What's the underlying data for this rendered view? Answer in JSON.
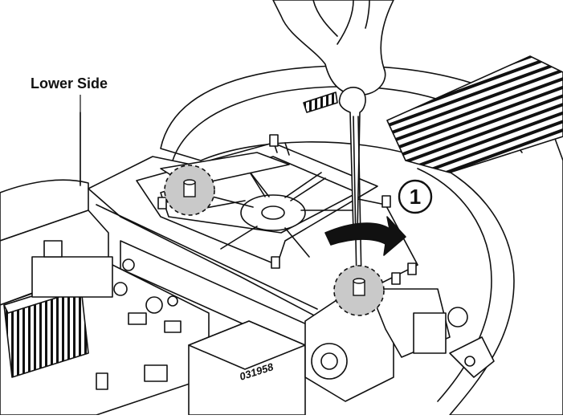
{
  "labels": {
    "lower_side": "Lower Side",
    "step_number": "1",
    "part_number": "031958"
  },
  "icons": {
    "hand": "hand-icon",
    "screwdriver": "screwdriver-icon",
    "rotation_arrow": "curved-arrow-icon",
    "highlight": "dashed-circle-highlight"
  },
  "colors": {
    "line": "#111111",
    "highlight_fill": "#c9c9c9",
    "arrow_fill": "#111111",
    "background": "#ffffff"
  }
}
